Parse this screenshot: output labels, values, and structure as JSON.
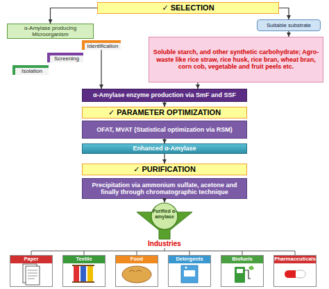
{
  "diagram": {
    "nodes": [
      {
        "text": [
          "✓ SELECTION"
        ]
      },
      {
        "text": [
          "α-Amylase producing Microorganism"
        ]
      },
      {
        "text": [
          "Suitable substrate"
        ]
      },
      {
        "text": [
          "Identification"
        ]
      },
      {
        "text": [
          "Screening"
        ]
      },
      {
        "text": [
          "Isolation"
        ]
      },
      {
        "text": [
          "Soluble starch, and other synthetic carbohydrate; Agro-waste like rice straw, rice husk, rice bran, wheat bran, corn cob, vegetable and fruit peels etc."
        ]
      },
      {
        "text": [
          "α-Amylase enzyme production via SmF and SSF"
        ]
      },
      {
        "text": [
          "✓ PARAMETER OPTIMIZATION"
        ]
      },
      {
        "text": [
          "OFAT, MVAT (Statistical optimization via RSM)"
        ]
      },
      {
        "text": [
          "Enhanced α-Amylase"
        ]
      },
      {
        "text": [
          "✓ PURIFICATION"
        ]
      },
      {
        "text": [
          "Precipitation via ammonium sulfate, acetone and finally through chromatographic technique"
        ]
      },
      {
        "text": [
          "Purified α-amylase"
        ]
      },
      {
        "text": [
          "Paper"
        ]
      },
      {
        "text": [
          "Textile"
        ]
      },
      {
        "text": [
          "Food"
        ]
      },
      {
        "text": [
          "Detergents"
        ]
      },
      {
        "text": [
          "Biofuels"
        ]
      },
      {
        "text": [
          "Pharmaceuticals"
        ]
      }
    ],
    "edges": [
      {
        "from": 0,
        "to": 1,
        "arrow": "to"
      },
      {
        "from": 0,
        "to": 2,
        "arrow": "to"
      },
      {
        "from": 2,
        "to": 6,
        "arrow": "to"
      },
      {
        "from": 3,
        "to": 7,
        "arrow": "to"
      },
      {
        "from": 6,
        "to": 7,
        "arrow": "to"
      },
      {
        "from": 7,
        "to": 8,
        "arrow": "to"
      },
      {
        "from": 9,
        "to": 10,
        "arrow": "to"
      },
      {
        "from": 10,
        "to": 11,
        "arrow": "to"
      },
      {
        "from": 12,
        "to": 13,
        "arrow": "to"
      }
    ],
    "labels": [
      "Industries"
    ]
  }
}
